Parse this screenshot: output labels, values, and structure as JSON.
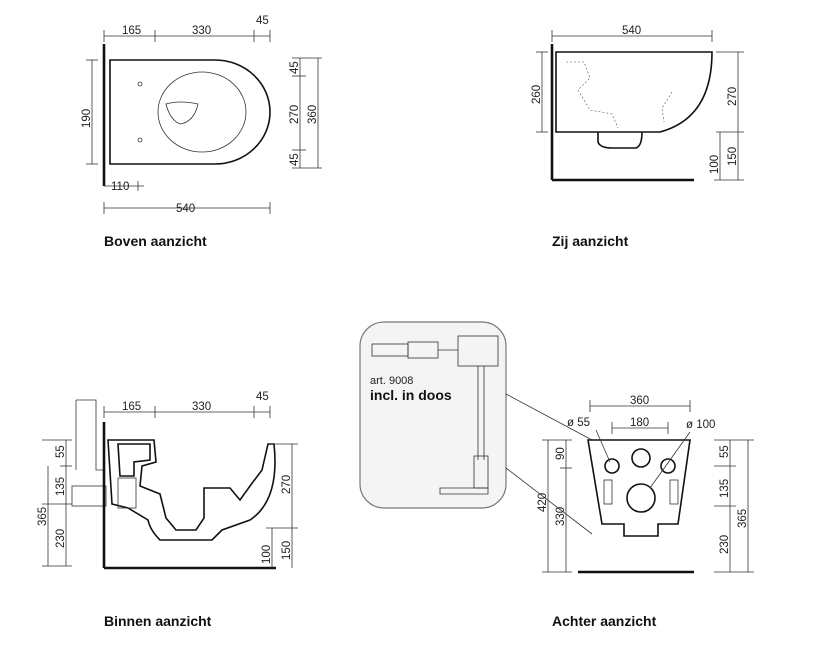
{
  "views": {
    "top": {
      "caption": "Boven aanzicht",
      "dims": {
        "a": "165",
        "b": "330",
        "c": "45",
        "height": "190",
        "r1": "45",
        "r2": "270",
        "r3": "360",
        "r4": "45",
        "bottom": "110",
        "total": "540"
      }
    },
    "side": {
      "caption": "Zij aanzicht",
      "dims": {
        "top": "540",
        "left": "260",
        "right": "270",
        "low1": "100",
        "low2": "150"
      }
    },
    "inner": {
      "caption": "Binnen aanzicht",
      "dims": {
        "a": "165",
        "b": "330",
        "c": "45",
        "l1": "55",
        "l2": "135",
        "l3": "230",
        "l4": "365",
        "r1": "270",
        "r2": "100",
        "r3": "150"
      }
    },
    "rear": {
      "caption": "Achter aanzicht",
      "dims": {
        "top": "360",
        "mid": "180",
        "d1": "ø 55",
        "d2": "ø 100",
        "l1": "90",
        "l2": "420",
        "l3": "330",
        "r1": "55",
        "r2": "135",
        "r3": "230",
        "r4": "365"
      }
    }
  },
  "inset": {
    "article": "art. 9008",
    "included": "incl. in doos"
  }
}
